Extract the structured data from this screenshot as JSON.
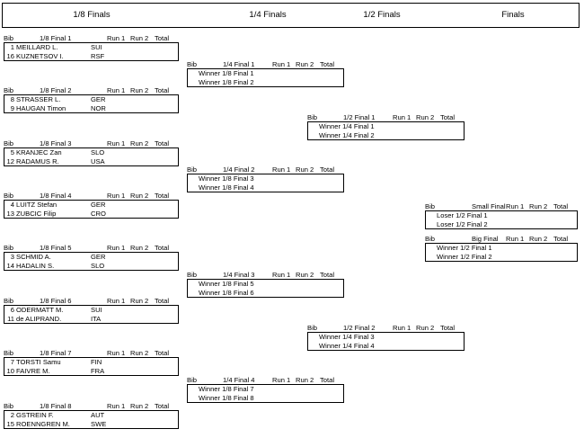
{
  "header": {
    "round_of_16": "1/8 Finals",
    "quarterfinals": "1/4 Finals",
    "semifinals": "1/2 Finals",
    "finals": "Finals"
  },
  "columns": {
    "bib": "Bib",
    "run1": "Run 1",
    "run2": "Run 2",
    "total": "Total"
  },
  "round_of_16": [
    {
      "title": "1/8 Final 1",
      "competitors": [
        {
          "bib": "1",
          "name": "MEILLARD L.",
          "nation": "SUI"
        },
        {
          "bib": "16",
          "name": "KUZNETSOV I.",
          "nation": "RSF"
        }
      ]
    },
    {
      "title": "1/8 Final 2",
      "competitors": [
        {
          "bib": "8",
          "name": "STRASSER L.",
          "nation": "GER"
        },
        {
          "bib": "9",
          "name": "HAUGAN Timon",
          "nation": "NOR"
        }
      ]
    },
    {
      "title": "1/8 Final 3",
      "competitors": [
        {
          "bib": "5",
          "name": "KRANJEC Zan",
          "nation": "SLO"
        },
        {
          "bib": "12",
          "name": "RADAMUS R.",
          "nation": "USA"
        }
      ]
    },
    {
      "title": "1/8 Final 4",
      "competitors": [
        {
          "bib": "4",
          "name": "LUITZ Stefan",
          "nation": "GER"
        },
        {
          "bib": "13",
          "name": "ZUBCIC Filip",
          "nation": "CRO"
        }
      ]
    },
    {
      "title": "1/8 Final 5",
      "competitors": [
        {
          "bib": "3",
          "name": "SCHMID A.",
          "nation": "GER"
        },
        {
          "bib": "14",
          "name": "HADALIN S.",
          "nation": "SLO"
        }
      ]
    },
    {
      "title": "1/8 Final 6",
      "competitors": [
        {
          "bib": "6",
          "name": "ODERMATT M.",
          "nation": "SUI"
        },
        {
          "bib": "11",
          "name": "de ALIPRAND.",
          "nation": "ITA"
        }
      ]
    },
    {
      "title": "1/8 Final 7",
      "competitors": [
        {
          "bib": "7",
          "name": "TORSTI Samu",
          "nation": "FIN"
        },
        {
          "bib": "10",
          "name": "FAIVRE M.",
          "nation": "FRA"
        }
      ]
    },
    {
      "title": "1/8 Final 8",
      "competitors": [
        {
          "bib": "2",
          "name": "GSTREIN F.",
          "nation": "AUT"
        },
        {
          "bib": "15",
          "name": "ROENNGREN M.",
          "nation": "SWE"
        }
      ]
    }
  ],
  "quarterfinals": [
    {
      "title": "1/4 Final 1",
      "slots": [
        "Winner 1/8 Final 1",
        "Winner 1/8 Final 2"
      ]
    },
    {
      "title": "1/4 Final 2",
      "slots": [
        "Winner 1/8 Final 3",
        "Winner 1/8 Final 4"
      ]
    },
    {
      "title": "1/4 Final 3",
      "slots": [
        "Winner 1/8 Final 5",
        "Winner 1/8 Final 6"
      ]
    },
    {
      "title": "1/4 Final 4",
      "slots": [
        "Winner 1/8 Final 7",
        "Winner 1/8 Final 8"
      ]
    }
  ],
  "semifinals": [
    {
      "title": "1/2 Final 1",
      "slots": [
        "Winner 1/4 Final 1",
        "Winner 1/4 Final 2"
      ]
    },
    {
      "title": "1/2 Final 2",
      "slots": [
        "Winner 1/4 Final 3",
        "Winner 1/4 Final 4"
      ]
    }
  ],
  "finals": [
    {
      "title": "Small Final",
      "slots": [
        "Loser 1/2 Final 1",
        "Loser 1/2 Final 2"
      ]
    },
    {
      "title": "Big Final",
      "slots": [
        "Winner 1/2 Final 1",
        "Winner 1/2 Final 2"
      ]
    }
  ]
}
